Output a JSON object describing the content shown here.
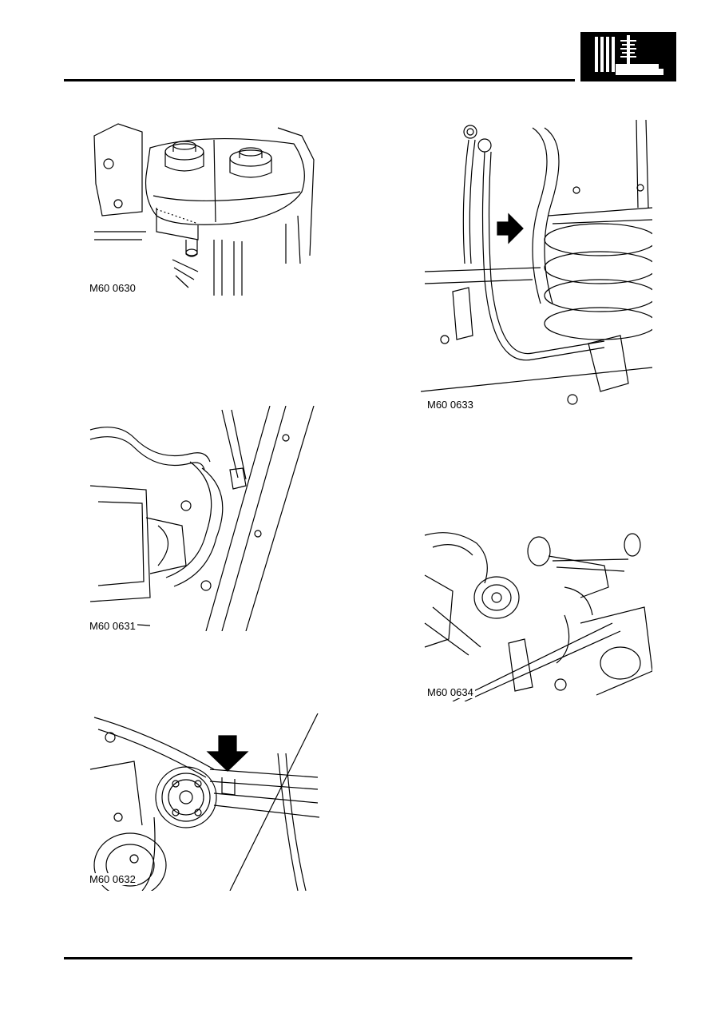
{
  "figures": [
    {
      "id": "fig-0630",
      "label": "M60 0630"
    },
    {
      "id": "fig-0631",
      "label": "M60 0631"
    },
    {
      "id": "fig-0632",
      "label": "M60 0632"
    },
    {
      "id": "fig-0633",
      "label": "M60 0633"
    },
    {
      "id": "fig-0634",
      "label": "M60 0634"
    }
  ],
  "icons": {
    "section_tab": "steering-section-icon",
    "arrow": "black-arrow-icon"
  },
  "colors": {
    "ink": "#000000",
    "paper": "#ffffff"
  }
}
